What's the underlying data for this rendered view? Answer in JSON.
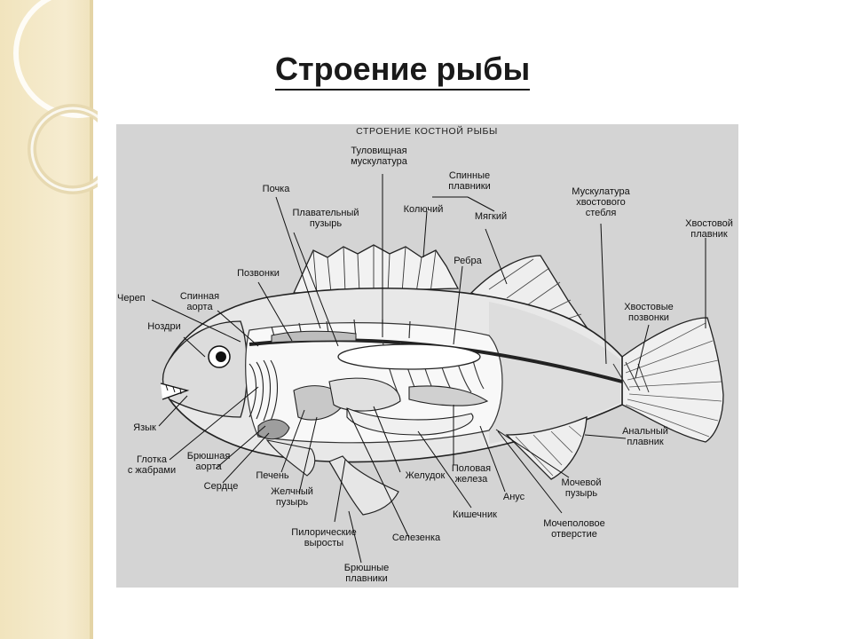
{
  "slide": {
    "title": "Строение рыбы"
  },
  "diagram": {
    "subtitle": "СТРОЕНИЕ КОСТНОЙ РЫБЫ",
    "labels": {
      "trunk_muscle": "Туловищная\nмускулатура",
      "dorsal_fins": "Спинные\nплавники",
      "kidney": "Почка",
      "spiny": "Колючий",
      "soft": "Мягкий",
      "caudal_peduncle_muscle": "Мускулатура\nхвостового\nстебля",
      "caudal_fin": "Хвостовой\nплавник",
      "swim_bladder": "Плавательный\nпузырь",
      "ribs": "Ребра",
      "vertebrae": "Позвонки",
      "skull": "Череп",
      "dorsal_aorta": "Спинная\nаорта",
      "tail_vertebrae": "Хвостовые\nпозвонки",
      "nostrils": "Ноздри",
      "tongue": "Язык",
      "anal_fin": "Анальный\nплавник",
      "pharynx": "Глотка\nс жабрами",
      "ventral_aorta": "Брюшная\nаорта",
      "heart": "Сердце",
      "liver": "Печень",
      "stomach": "Желудок",
      "gonad": "Половая\nжелеза",
      "anus": "Анус",
      "urinary_bladder": "Мочевой\nпузырь",
      "gall_bladder": "Желчный\nпузырь",
      "intestine": "Кишечник",
      "urogenital_opening": "Мочеполовое\nотверстие",
      "pyloric": "Пилорические\nвыросты",
      "spleen": "Селезенка",
      "pelvic_fins": "Брюшные\nплавники"
    }
  }
}
